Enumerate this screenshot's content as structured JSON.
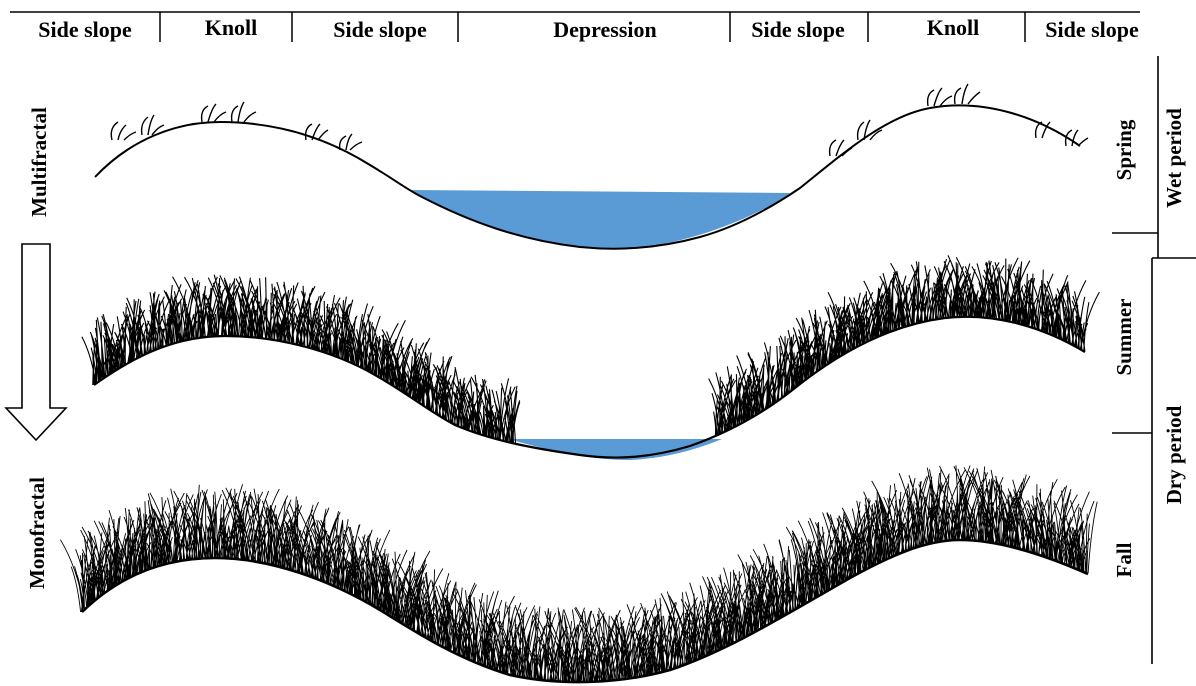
{
  "header": {
    "positions": [
      "Side slope",
      "Knoll",
      "Side slope",
      "Depression",
      "Side slope",
      "Knoll",
      "Side slope"
    ]
  },
  "left_axis": {
    "top_label": "Multifractal",
    "bottom_label": "Monofractal",
    "arrow_icon": "down-arrow-icon"
  },
  "right_axis": {
    "seasons": [
      "Spring",
      "Summer",
      "Fall"
    ],
    "periods": [
      "Wet period",
      "Dry period"
    ]
  },
  "colors": {
    "water": "#5b9bd5",
    "ink": "#000000",
    "background": "#ffffff"
  }
}
